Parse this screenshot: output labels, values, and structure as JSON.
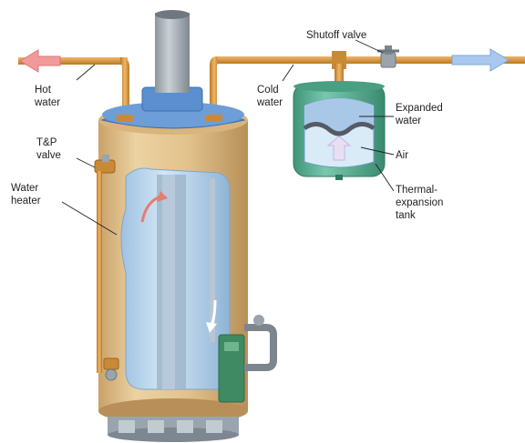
{
  "labels": {
    "shutoff_valve": "Shutoff valve",
    "hot_water": [
      "Hot",
      "water"
    ],
    "cold_water": [
      "Cold",
      "water"
    ],
    "tp_valve": [
      "T&P",
      "valve"
    ],
    "expanded_water": [
      "Expanded",
      "water"
    ],
    "air": "Air",
    "water_heater": [
      "Water",
      "heater"
    ],
    "thermal_expansion_tank": [
      "Thermal-",
      "expansion",
      "tank"
    ]
  },
  "colors": {
    "pipe": "#d4913a",
    "heater_body": "#e3c28a",
    "heater_top": "#5b8fcf",
    "flue": "#a8b0b8",
    "tank": "#5fb59a",
    "water_window": "#bcd7ee",
    "hot_arrow": "#f29a9a",
    "cold_arrow": "#a9c8f0",
    "gas_valve": "#3f8a63"
  }
}
